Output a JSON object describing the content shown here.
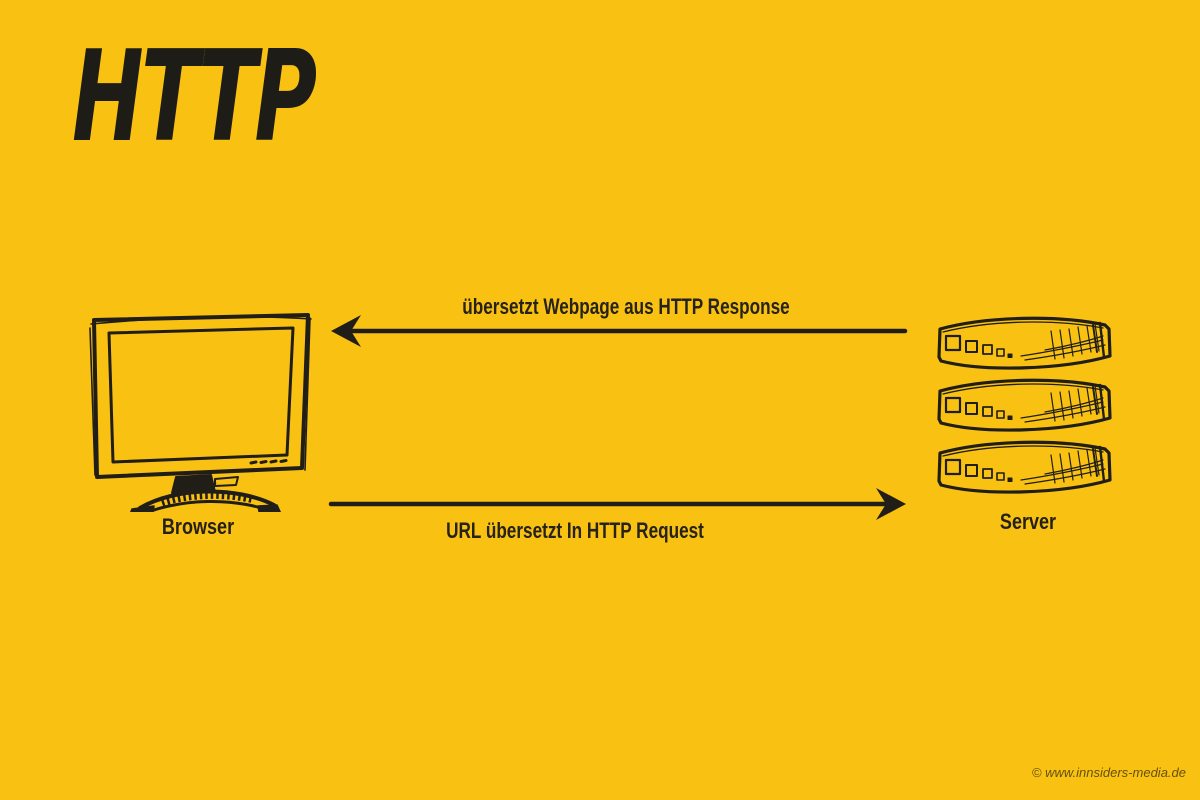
{
  "diagram": {
    "title": "HTTP",
    "background_color": "#F9C213",
    "ink_color": "#211E18",
    "nodes": [
      {
        "id": "browser",
        "label": "Browser",
        "icon": "monitor-icon"
      },
      {
        "id": "server",
        "label": "Server",
        "icon": "server-stack-icon"
      }
    ],
    "edges": [
      {
        "id": "http-response",
        "label": "übersetzt Webpage aus HTTP Response",
        "direction": "server-to-browser",
        "arrow": "left"
      },
      {
        "id": "http-request",
        "label": "URL übersetzt In HTTP Request",
        "direction": "browser-to-server",
        "arrow": "right"
      }
    ],
    "credit": "© www.innsiders-media.de"
  }
}
